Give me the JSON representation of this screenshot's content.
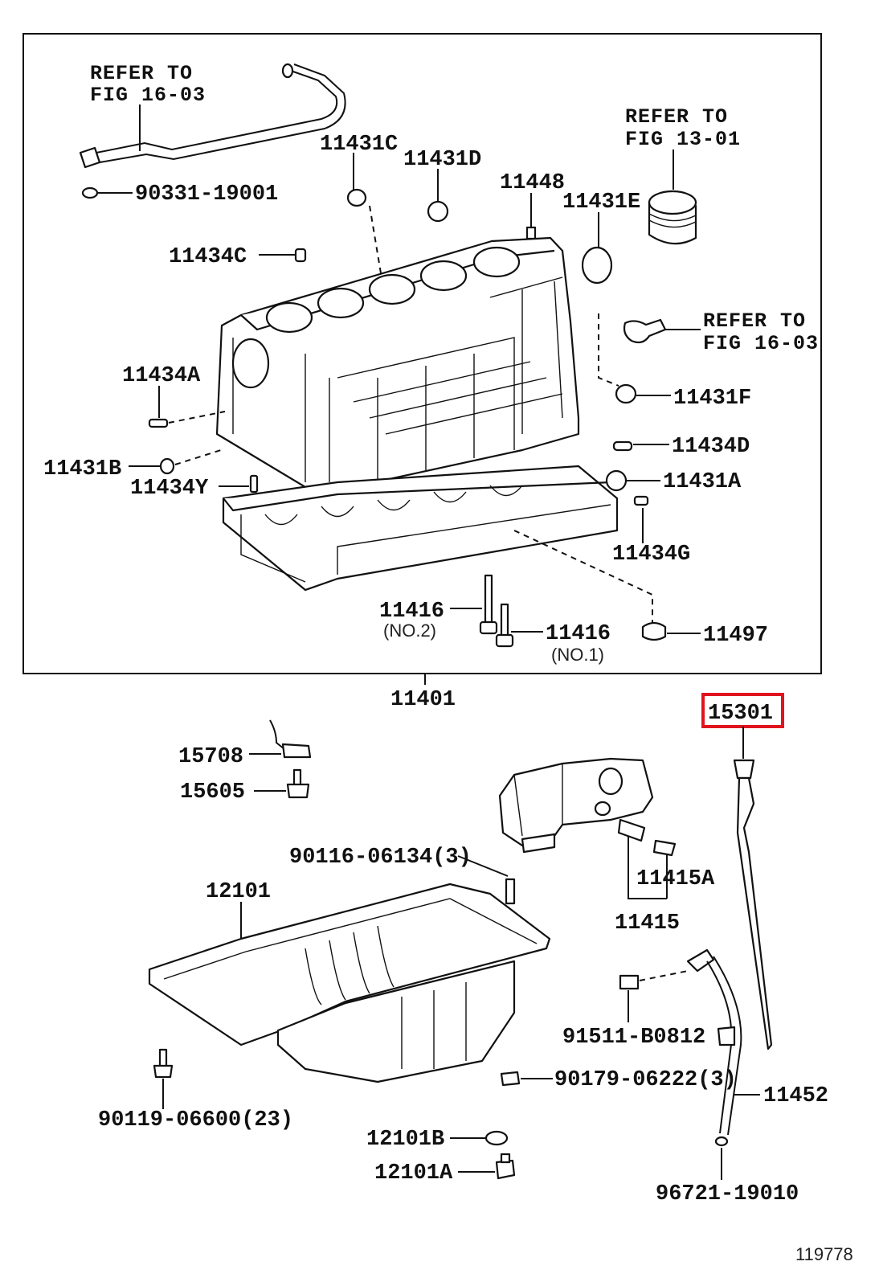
{
  "diagram_id": "119778",
  "highlight": {
    "part": "15301",
    "color": "#e0141e"
  },
  "refs": {
    "fig_16_03_top": [
      "REFER TO",
      "FIG 16-03"
    ],
    "fig_13_01": [
      "REFER TO",
      "FIG 13-01"
    ],
    "fig_16_03_right": [
      "REFER TO",
      "FIG 16-03"
    ]
  },
  "parts": {
    "p90331": "90331-19001",
    "p11431C": "11431C",
    "p11431D": "11431D",
    "p11448": "11448",
    "p11431E": "11431E",
    "p11434C": "11434C",
    "p11434A": "11434A",
    "p11431F": "11431F",
    "p11434D": "11434D",
    "p11431B": "11431B",
    "p11434Y": "11434Y",
    "p11431A": "11431A",
    "p11434G": "11434G",
    "p11416_no2": "11416",
    "p11416_no2_note": "(NO.2)",
    "p11416_no1": "11416",
    "p11416_no1_note": "(NO.1)",
    "p11497": "11497",
    "p11401": "11401",
    "p15301": "15301",
    "p15708": "15708",
    "p15605": "15605",
    "p90116": "90116-06134(3)",
    "p12101": "12101",
    "p11415A": "11415A",
    "p11415": "11415",
    "p91511": "91511-B0812",
    "p90179": "90179-06222(3)",
    "p11452": "11452",
    "p90119": "90119-06600(23)",
    "p12101B": "12101B",
    "p12101A": "12101A",
    "p96721": "96721-19010"
  }
}
